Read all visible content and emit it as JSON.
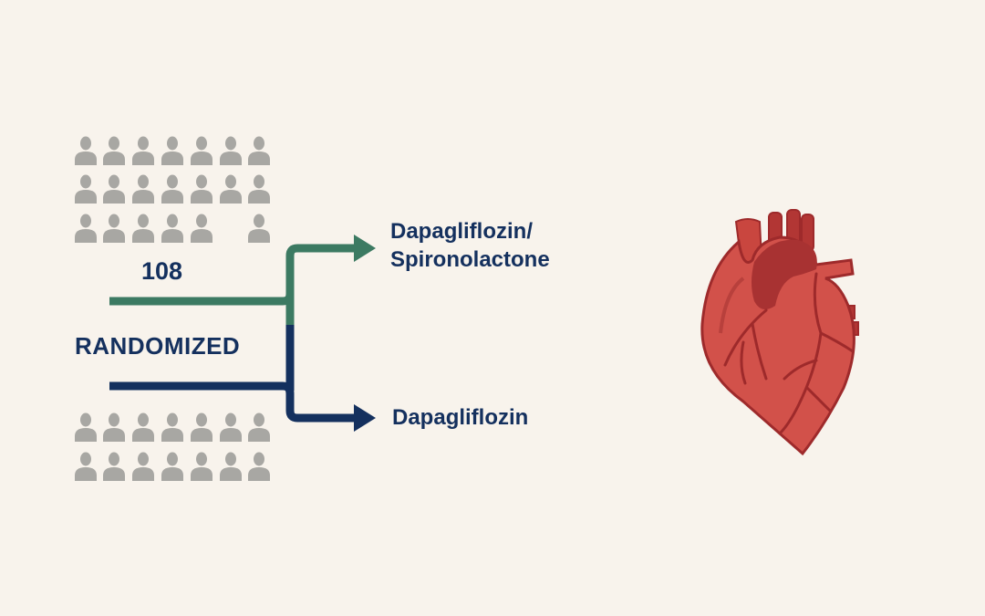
{
  "diagram": {
    "count_label": "108",
    "randomized_label": "RANDOMIZED",
    "arm_top": {
      "line1": "Dapagliflozin/",
      "line2": "Spironolactone",
      "color": "#3c7a62"
    },
    "arm_bottom": {
      "label": "Dapagliflozin",
      "color": "#14305e"
    },
    "icons": {
      "people": "person-icon",
      "organ": "heart-icon"
    },
    "colors": {
      "person": "#a8a7a3",
      "heart": "#c9463f",
      "heart_dark": "#9e2a2b",
      "background": "#f8f3ec"
    }
  }
}
